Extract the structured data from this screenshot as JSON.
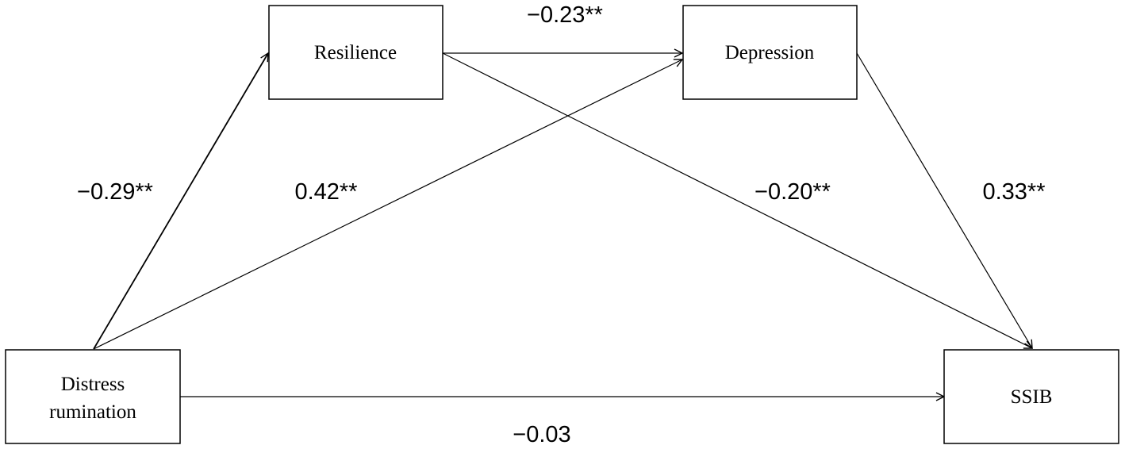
{
  "nodes": {
    "distress_rumination": {
      "lines": [
        "Distress",
        "rumination"
      ]
    },
    "resilience": {
      "label": "Resilience"
    },
    "depression": {
      "label": "Depression"
    },
    "ssib": {
      "label": "SSIB"
    }
  },
  "paths": {
    "distress_to_resilience": {
      "from": "Distress rumination",
      "to": "Resilience",
      "coefficient": "−0.29**"
    },
    "distress_to_depression": {
      "from": "Distress rumination",
      "to": "Depression",
      "coefficient": "0.42**"
    },
    "resilience_to_depression": {
      "from": "Resilience",
      "to": "Depression",
      "coefficient": "−0.23**"
    },
    "resilience_to_ssib": {
      "from": "Resilience",
      "to": "SSIB",
      "coefficient": "−0.20**"
    },
    "depression_to_ssib": {
      "from": "Depression",
      "to": "SSIB",
      "coefficient": "0.33**"
    },
    "distress_to_ssib": {
      "from": "Distress rumination",
      "to": "SSIB",
      "coefficient": "−0.03"
    }
  }
}
